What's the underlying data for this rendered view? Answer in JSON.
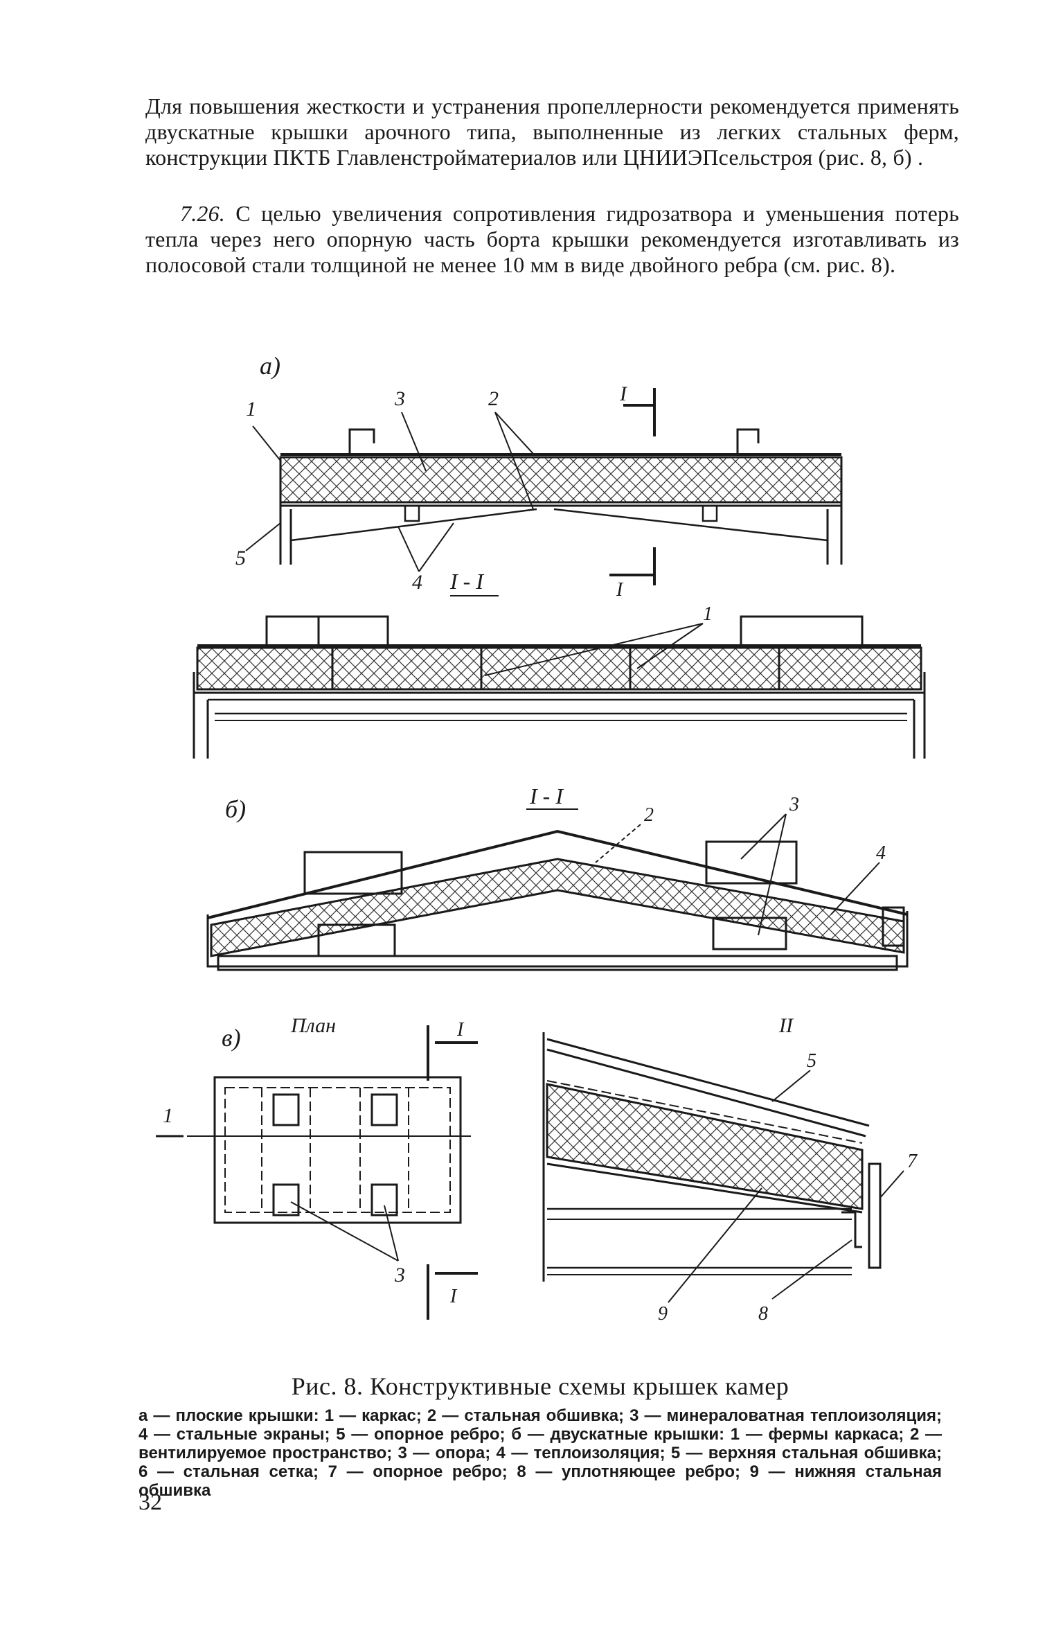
{
  "paragraphs": [
    "Для повышения жесткости и устранения пропеллерности рекомендуется применять двускатные крышки арочного типа, выполненные из легких стальных ферм, конструкции ПКТБ Главленстройматериалов или ЦНИИЭПсельстроя (рис. 8, б) .",
    "С целью увеличения сопротивления гидрозатвора и уменьшения потерь тепла через него опорную часть борта крышки рекомендуется изготавливать из полосовой стали толщиной не менее 10 мм в виде двойного ребра (см. рис. 8)."
  ],
  "para2_number": "7.26.",
  "figure": {
    "label_a": "а)",
    "label_b": "б)",
    "label_v": "в)",
    "plan_label": "План",
    "section_label": "I - I",
    "section_mark": "I",
    "detail_label": "II",
    "callouts": [
      "1",
      "2",
      "3",
      "4",
      "5",
      "7",
      "8",
      "9"
    ]
  },
  "caption": {
    "title": "Рис. 8. Конструктивные схемы крышек камер",
    "legend": "а — плоские крышки: 1 — каркас; 2 — стальная обшивка; 3 — минераловатная теплоизоляция; 4 — стальные экраны; 5 — опорное ребро; б — двускатные крышки: 1 — фермы каркаса; 2 — вентилируемое пространство; 3 — опора; 4 — теплоизоляция; 5 — верхняя стальная обшивка; 6 — стальная сетка; 7 — опорное ребро; 8 — уплотняющее ребро; 9 — нижняя стальная обшивка"
  },
  "page_number": "32"
}
